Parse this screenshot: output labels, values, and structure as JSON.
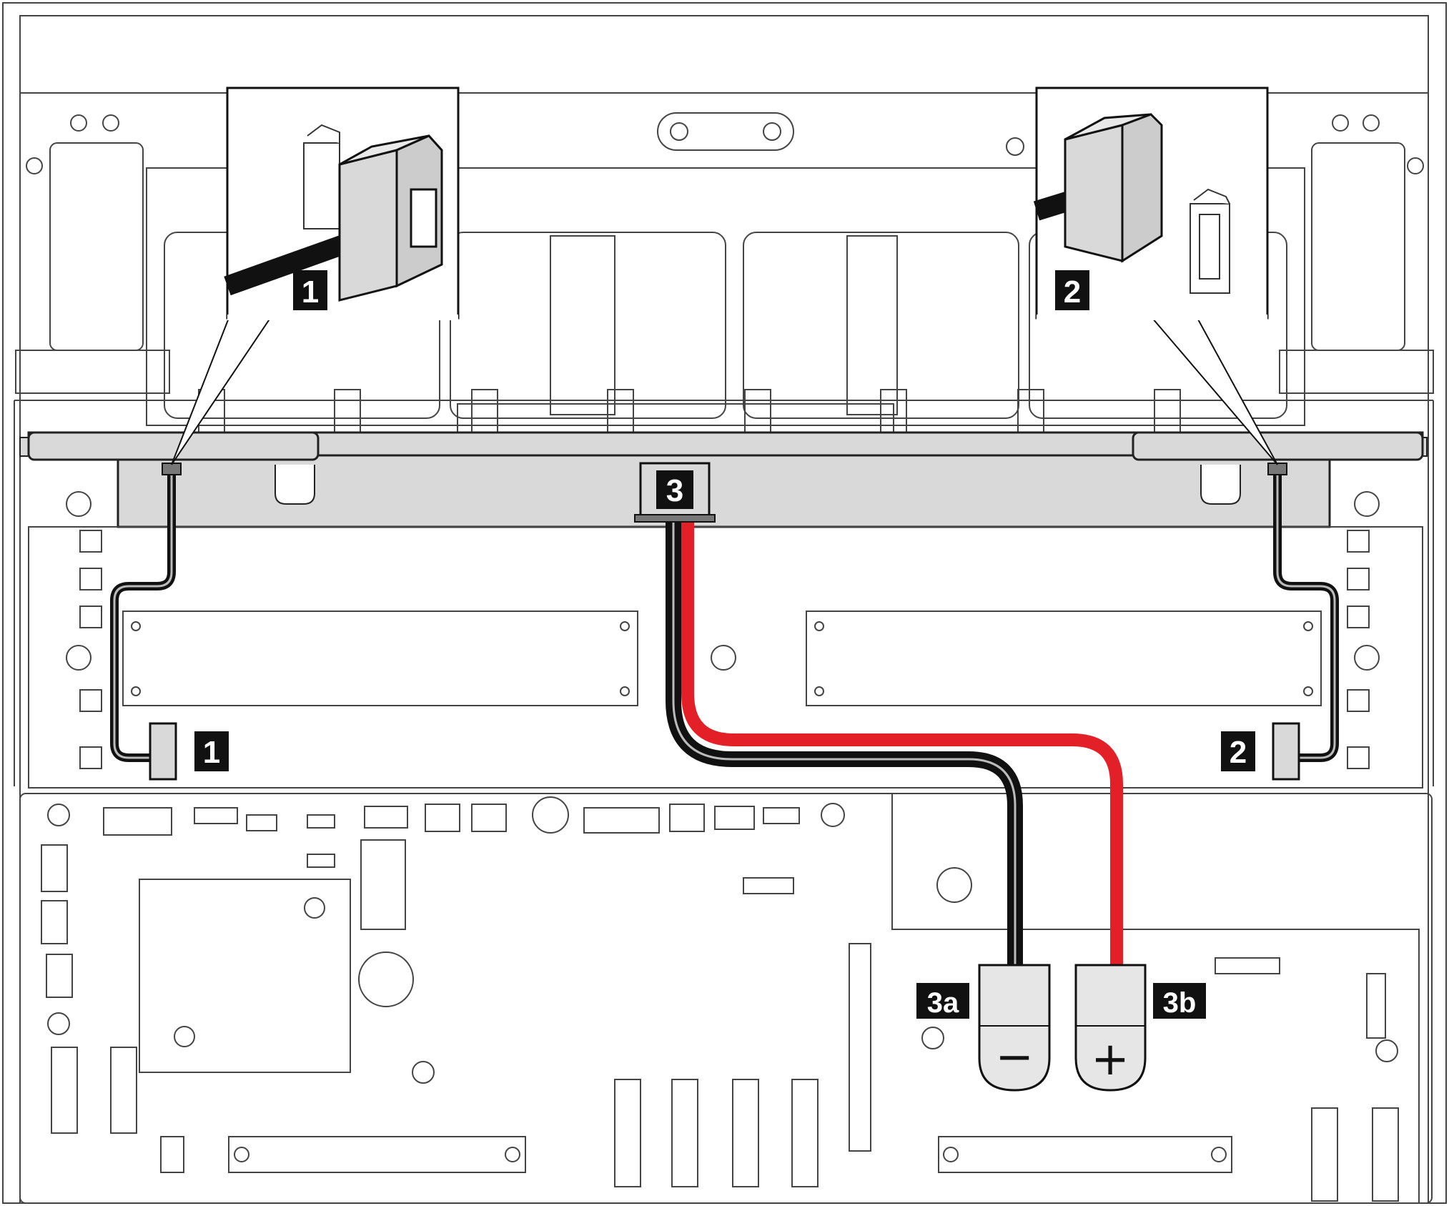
{
  "callouts": {
    "c1": "1",
    "c2": "2",
    "c3": "3",
    "c3a": "3a",
    "c3b": "3b"
  },
  "terminals": {
    "negative_sign": "−",
    "positive_sign": "+"
  },
  "colors": {
    "cable_black": "#111111",
    "cable_red": "#e32027",
    "callout_bg": "#111111",
    "part_gray": "#d9d9d9",
    "outline": "#333333"
  }
}
